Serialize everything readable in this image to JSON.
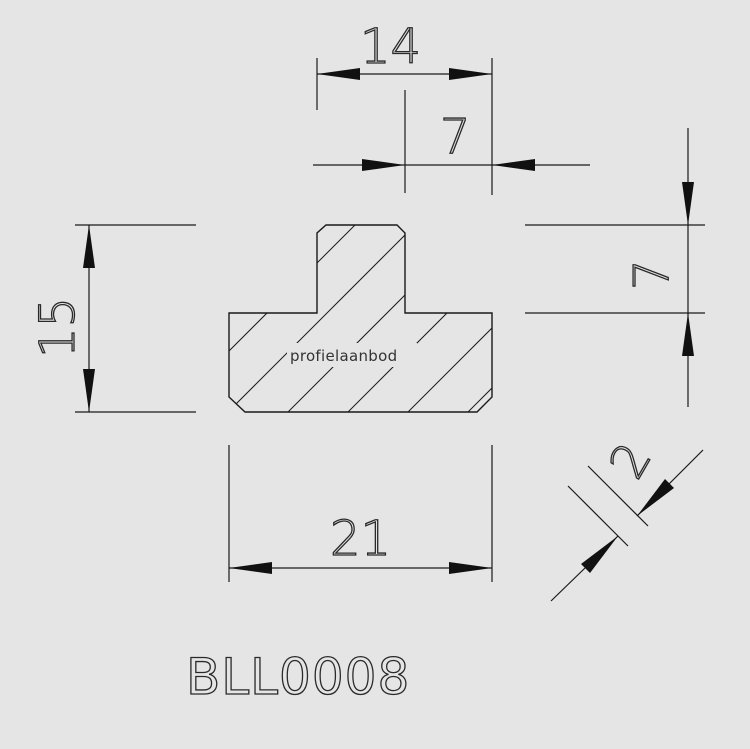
{
  "drawing": {
    "product_code": "BLL0008",
    "watermark": "profielaanbod",
    "dimensions": {
      "top_width": "14",
      "stem_width": "7",
      "right_height": "7",
      "left_height": "15",
      "bottom_width": "21",
      "chamfer": "2"
    }
  }
}
